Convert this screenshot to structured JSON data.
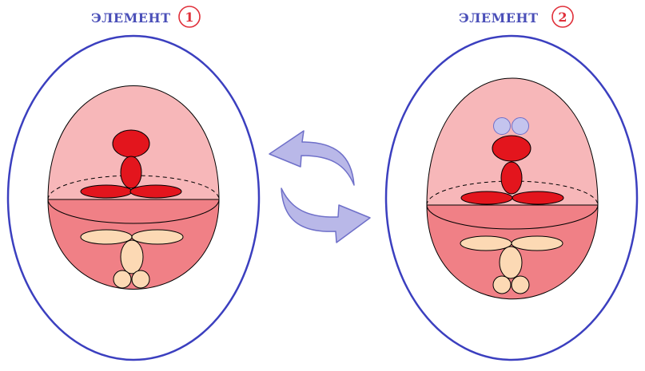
{
  "element1": {
    "title": "ЭЛЕМЕНТ",
    "number": "1"
  },
  "element2": {
    "title": "ЭЛЕМЕНТ",
    "number": "2"
  },
  "colors": {
    "title_blue": "#4a4fb8",
    "badge_red": "#e0303a",
    "outer_ring": "#3b3fbf",
    "upper_half": "#f7b7b9",
    "lower_half": "#f08086",
    "red_part": "#e3151d",
    "peach_part": "#fcd9b4",
    "lavender_part": "#c4c4ee",
    "arrow_fill": "#b9b8e8",
    "arrow_stroke": "#6f70c9"
  },
  "icons": {
    "cycle_top": "curved-arrow-left-icon",
    "cycle_bottom": "curved-arrow-right-icon"
  }
}
